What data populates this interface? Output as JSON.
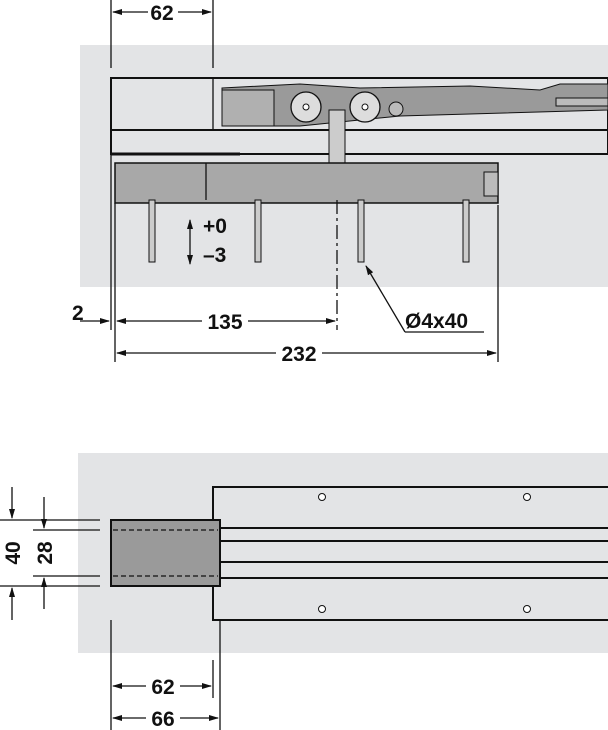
{
  "top_view": {
    "dim_width_top": "62",
    "adjust_plus": "+0",
    "adjust_minus": "–3",
    "dim_offset": "2",
    "dim_center": "135",
    "screw_spec": "Ø4x40",
    "dim_total": "232"
  },
  "bottom_view": {
    "dim_height_outer": "40",
    "dim_height_inner": "28",
    "dim_width_inner": "62",
    "dim_width_outer": "66"
  },
  "colors": {
    "background_panel": "#e3e4e6",
    "part_gray": "#9a9a9a",
    "line": "#111111"
  }
}
